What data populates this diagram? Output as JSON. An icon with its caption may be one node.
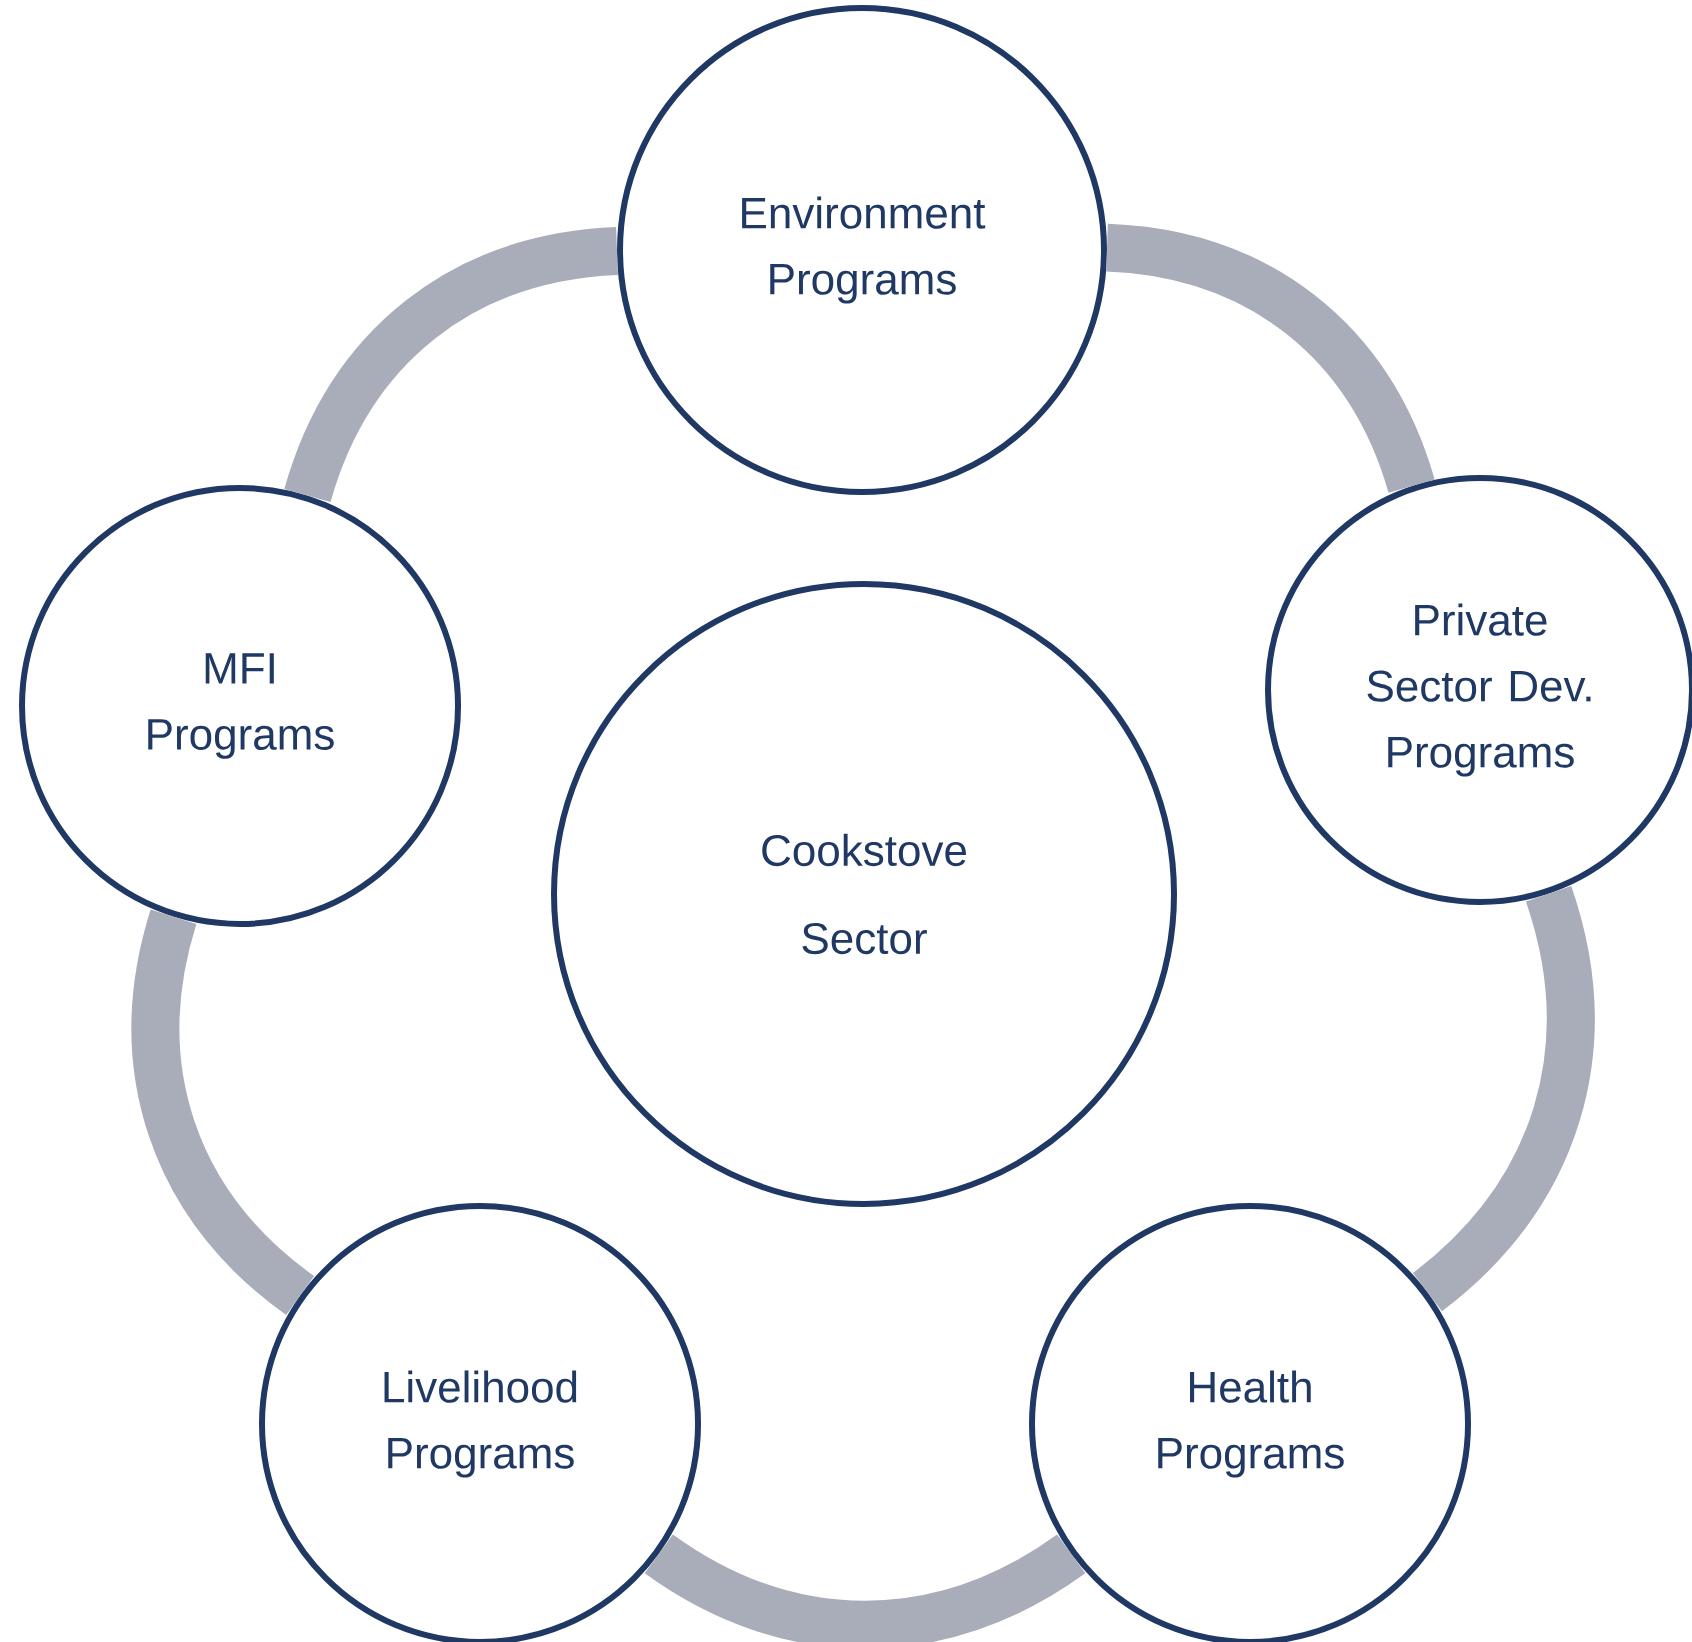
{
  "diagram": {
    "nodes": [
      {
        "text": [
          "Environment Programs"
        ]
      },
      {
        "text": [
          "MFI Programs"
        ]
      },
      {
        "text": [
          "Private Sector Dev. Programs"
        ]
      },
      {
        "text": [
          "Cookstove Sector"
        ]
      },
      {
        "text": [
          "Livelihood Programs"
        ]
      },
      {
        "text": [
          "Health Programs"
        ]
      }
    ],
    "edges": [
      {
        "from": 0,
        "to": 2,
        "arrow": "none"
      },
      {
        "from": 2,
        "to": 5,
        "arrow": "none"
      },
      {
        "from": 5,
        "to": 4,
        "arrow": "none"
      },
      {
        "from": 4,
        "to": 1,
        "arrow": "none"
      },
      {
        "from": 1,
        "to": 0,
        "arrow": "none"
      }
    ]
  }
}
